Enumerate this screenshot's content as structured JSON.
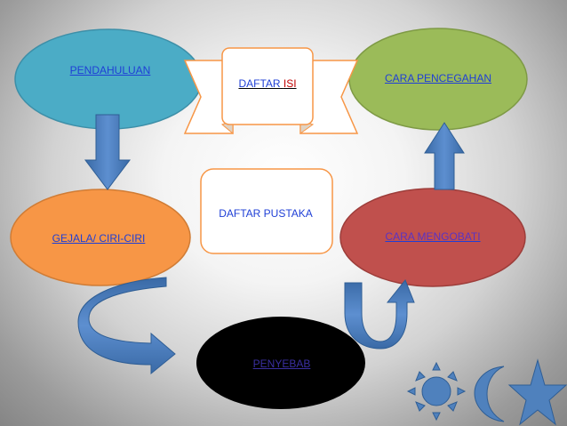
{
  "nodes": {
    "pendahuluan": "PENDAHULUAN",
    "daftar_isi_a": "DAFTAR",
    "daftar_isi_b": "ISI",
    "cara_pencegahan": "CARA PENCEGAHAN",
    "gejala": "GEJALA/ CIRI-CIRI",
    "daftar_pustaka": "DAFTAR PUSTAKA",
    "cara_mengobati": "CARA MENGOBATI",
    "penyebab": "PENYEBAB"
  },
  "colors": {
    "teal_ellipse": "#4bacc6",
    "green_ellipse": "#9bbb59",
    "orange_ellipse": "#f79646",
    "red_ellipse": "#c0504d",
    "black_ellipse": "#000000",
    "arrow_blue": "#4f81bd",
    "box_border": "#f79646",
    "link_blue": "#1f3fd6",
    "accent_red": "#c00000"
  },
  "decor_icons": [
    "sun-icon",
    "moon-icon",
    "star-icon"
  ]
}
